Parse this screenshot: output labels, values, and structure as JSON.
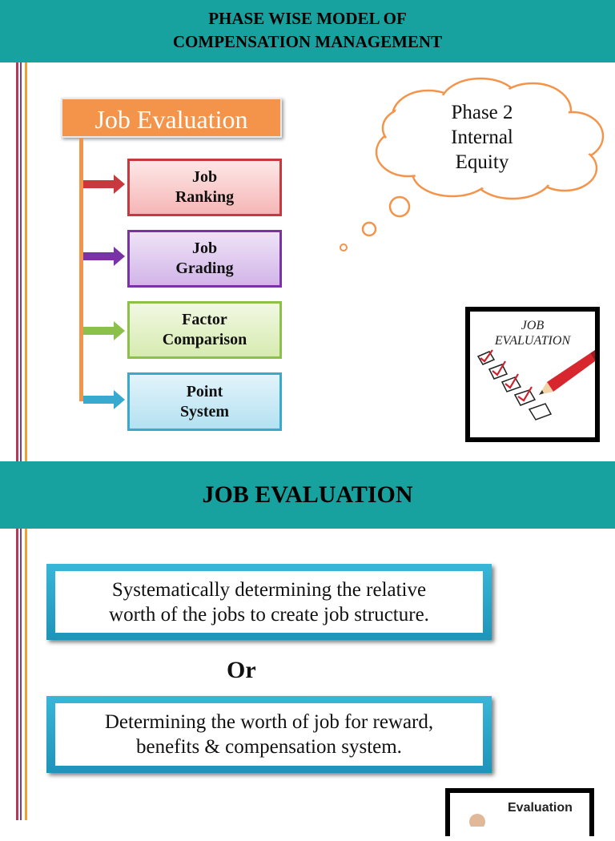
{
  "banner_top": {
    "line1": "PHASE WISE MODEL OF",
    "line2": "COMPENSATION MANAGEMENT"
  },
  "diagram": {
    "header": "Job Evaluation",
    "methods": [
      {
        "line1": "Job",
        "line2": "Ranking",
        "color": "#c9383c"
      },
      {
        "line1": "Job",
        "line2": "Grading",
        "color": "#7a33a6"
      },
      {
        "line1": "Factor",
        "line2": "Comparison",
        "color": "#8bc14a"
      },
      {
        "line1": "Point",
        "line2": "System",
        "color": "#38a9cf"
      }
    ],
    "accent_color": "#f4934a"
  },
  "thought_cloud": {
    "line1": "Phase 2",
    "line2": "Internal",
    "line3": "Equity"
  },
  "image1": {
    "line1": "JOB",
    "line2": "EVALUATION"
  },
  "banner_section": {
    "title": "JOB EVALUATION"
  },
  "definitions": [
    {
      "line1": "Systematically determining the relative",
      "line2": "worth of the jobs to create job structure."
    },
    {
      "line1": "Determining the worth of job for reward,",
      "line2": "benefits & compensation system."
    }
  ],
  "separator": "Or",
  "image2": {
    "label": "Evaluation"
  },
  "colors": {
    "banner": "#17a2a0",
    "definition_border": "#2aa6cc"
  }
}
